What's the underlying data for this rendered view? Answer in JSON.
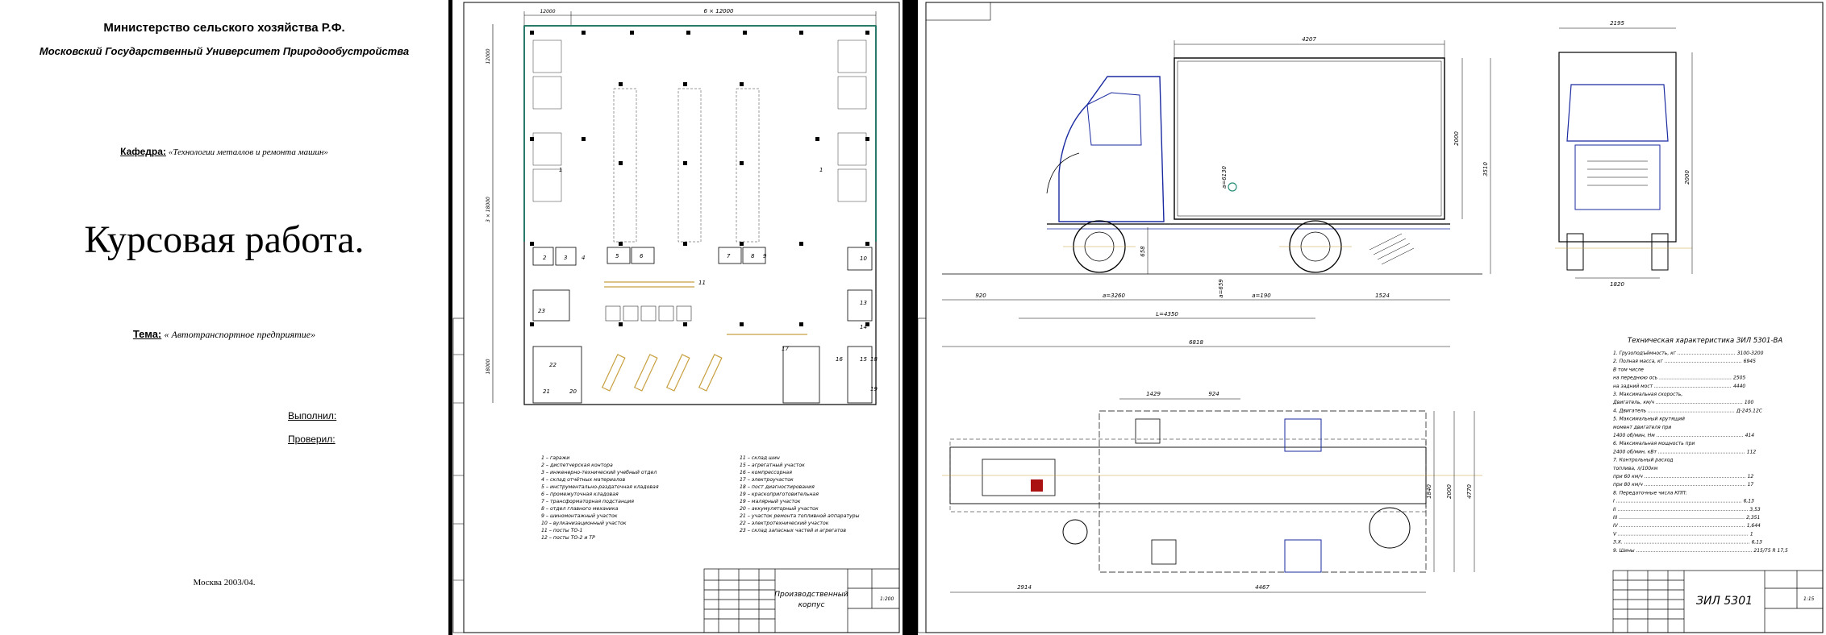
{
  "title_page": {
    "ministry": "Министерство сельского хозяйства Р.Ф.",
    "university": "Московский Государственный Университет Природообустройства",
    "department_label": "Кафедра:",
    "department_value": "«Технологии металлов и ремонта машин»",
    "main_title": "Курсовая работа.",
    "topic_label": "Тема:",
    "topic_value": "« Автотранспортное предприятие»",
    "performed_by": "Выполнил:",
    "checked_by": "Проверил:",
    "city_year": "Москва 2003/04."
  },
  "plan_sheet": {
    "dim_top_left": "12000",
    "dim_top_span": "6 × 12000",
    "dim_side_top": "12000",
    "dim_side_mid": "3 × 18000",
    "dim_side_bottom": "18000",
    "zone_labels": [
      "1",
      "1",
      "2",
      "3",
      "4",
      "5",
      "6",
      "7",
      "8",
      "9",
      "10",
      "11",
      "13",
      "14",
      "15",
      "16",
      "17",
      "18",
      "19",
      "20",
      "21",
      "22",
      "23"
    ],
    "legend_left": [
      "1 – гаражи",
      "2 – диспетчерская контора",
      "3 – инженерно-технический учебный отдел",
      "4 – склад отчётных материалов",
      "5 – инструментально-раздаточная кладовая",
      "6 – промежуточная кладовая",
      "7 – трансформаторная подстанция",
      "8 – отдел главного механика",
      "9 – шиномонтажный участок",
      "10 – вулканизационный участок",
      "11 – посты ТО-1",
      "12 – посты ТО-2 и ТР"
    ],
    "legend_right": [
      "11 – склад шин",
      "15 – агрегатный участок",
      "16 – компрессорная",
      "17 – электроучасток",
      "18 – пост диагностирования",
      "19 – краскоприготовительная",
      "19 – малярный участок",
      "20 – аккумуляторный участок",
      "21 – участок ремонта топливной аппаратуры",
      "22 – электротехнический участок",
      "23 – склад запасных частей и агрегатов"
    ],
    "stamp_title_line1": "Производственный",
    "stamp_title_line2": "корпус",
    "stamp_scale": "1:200"
  },
  "truck_sheet": {
    "side_dims": {
      "cargo_length": "4207",
      "cargo_height": "2000",
      "overall_height": "3510",
      "frame_height": "658",
      "front_overhang": "920",
      "wheelbase": "a=3260",
      "chassis_length": "L=4350",
      "rear_overhang": "1524",
      "overall_length": "6818",
      "axle_a": "a=6130",
      "axle_b": "a=190",
      "axle_c": "a=659"
    },
    "front_dims": {
      "width": "2195",
      "height": "2000",
      "track": "1820"
    },
    "plan_dims": {
      "d1": "1429",
      "d2": "924",
      "d3": "2914",
      "d4": "4467",
      "d5": "1840",
      "d6": "2000",
      "d7": "4770"
    },
    "spec_title": "Техническая характеристика ЗИЛ 5301-ВА",
    "specs": [
      "1. Грузоподъёмность, кг ……………………………… 3100-3200",
      "2. Полная масса, кг ………………………………………… 6945",
      "      В том числе",
      "      на переднюю ось ……………………………………… 2505",
      "      на задний мост ………………………………………… 4440",
      "3. Максимальная скорость,",
      "      Двигатель, км/ч ……………………………………………… 100",
      "4. Двигатель ……………………………………………… Д-245.12С",
      "5. Максимальный крутящий",
      "      момент двигателя при",
      "      1400 об/мин, Нм ……………………………………………… 414",
      "6. Максимальная мощность при",
      "      2400 об/мин, кВт ……………………………………………… 112",
      "7. Контрольный расход",
      "      топлива, л/100км",
      "      при 60 км/ч ……………………………………………………… 12",
      "      при 80 км/ч ……………………………………………………… 17",
      "8. Передаточные числа КПП:",
      "      I …………………………………………………………………… 6,13",
      "      II ……………………………………………………………………… 3,53",
      "      III …………………………………………………………………… 2,351",
      "      IV …………………………………………………………………… 1,644",
      "      V ……………………………………………………………………… 1",
      "      З.Х. …………………………………………………………………… 6,13",
      "9. Шины ……………………………………………………………… 215/75 R 17,5"
    ],
    "stamp_title": "ЗИЛ 5301",
    "stamp_scale": "1:15"
  }
}
